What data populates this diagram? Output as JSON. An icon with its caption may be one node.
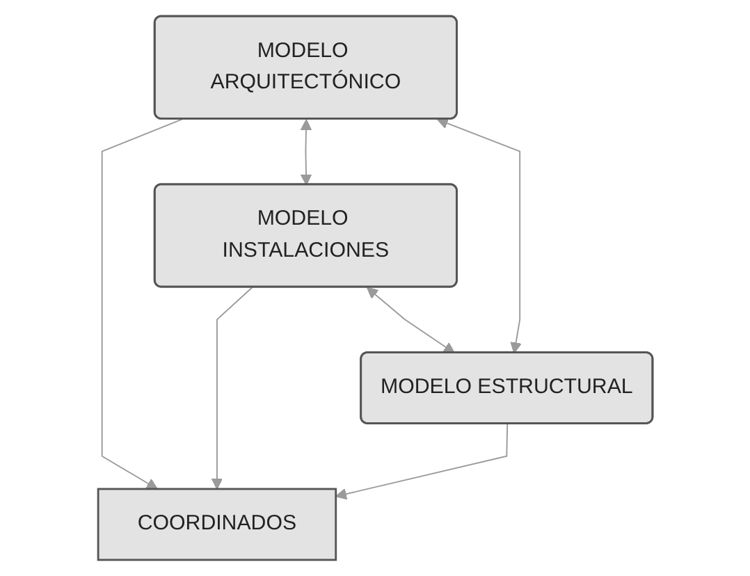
{
  "diagram": {
    "nodes": [
      {
        "text": [
          "MODELO ARQUITECTÓNICO"
        ]
      },
      {
        "text": [
          "COORDINADOS"
        ]
      },
      {
        "text": [
          "MODELO INSTALACIONES"
        ]
      },
      {
        "text": [
          "MODELO ESTRUCTURAL"
        ]
      }
    ],
    "edges": [
      {
        "from": 0,
        "to": 1,
        "arrow": "to"
      },
      {
        "from": 0,
        "to": 2,
        "arrow": "both"
      },
      {
        "from": 0,
        "to": 3,
        "arrow": "both"
      },
      {
        "from": 2,
        "to": 1,
        "arrow": "to"
      },
      {
        "from": 3,
        "to": 1,
        "arrow": "to"
      },
      {
        "from": 2,
        "to": 3,
        "arrow": "both"
      }
    ]
  }
}
